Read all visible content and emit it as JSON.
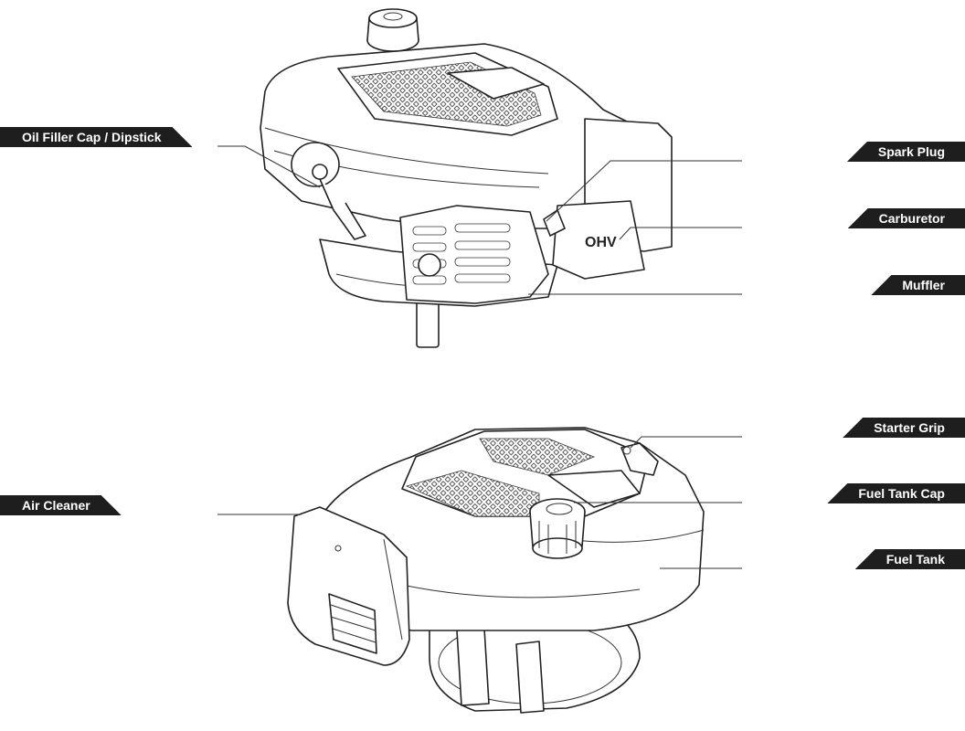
{
  "callouts": {
    "oil_filler": "Oil Filler Cap / Dipstick",
    "spark_plug": "Spark Plug",
    "carburetor": "Carburetor",
    "muffler": "Muffler",
    "starter_grip": "Starter Grip",
    "air_cleaner": "Air Cleaner",
    "fuel_tank_cap": "Fuel Tank Cap",
    "fuel_tank": "Fuel Tank"
  },
  "engine_text": {
    "ohv": "OHV"
  },
  "colors": {
    "label_background": "#1e1e1e",
    "label_text": "#ffffff",
    "line_art": "#222222"
  }
}
